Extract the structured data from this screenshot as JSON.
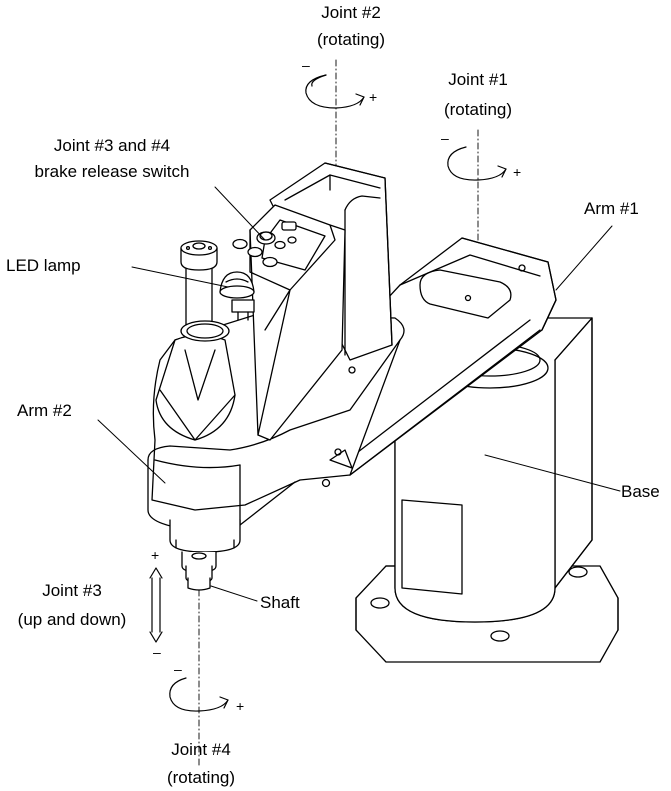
{
  "labels": {
    "joint2": {
      "name": "Joint #2",
      "motion": "(rotating)"
    },
    "joint1": {
      "name": "Joint #1",
      "motion": "(rotating)"
    },
    "brake": {
      "line1": "Joint #3 and #4",
      "line2": "brake release switch"
    },
    "arm1": "Arm #1",
    "led": "LED lamp",
    "arm2": "Arm #2",
    "base": "Base",
    "joint3": {
      "name": "Joint #3",
      "motion": "(up and down)"
    },
    "shaft": "Shaft",
    "joint4": {
      "name": "Joint #4",
      "motion": "(rotating)"
    }
  },
  "signs": {
    "plus": "+",
    "minus": "–"
  }
}
